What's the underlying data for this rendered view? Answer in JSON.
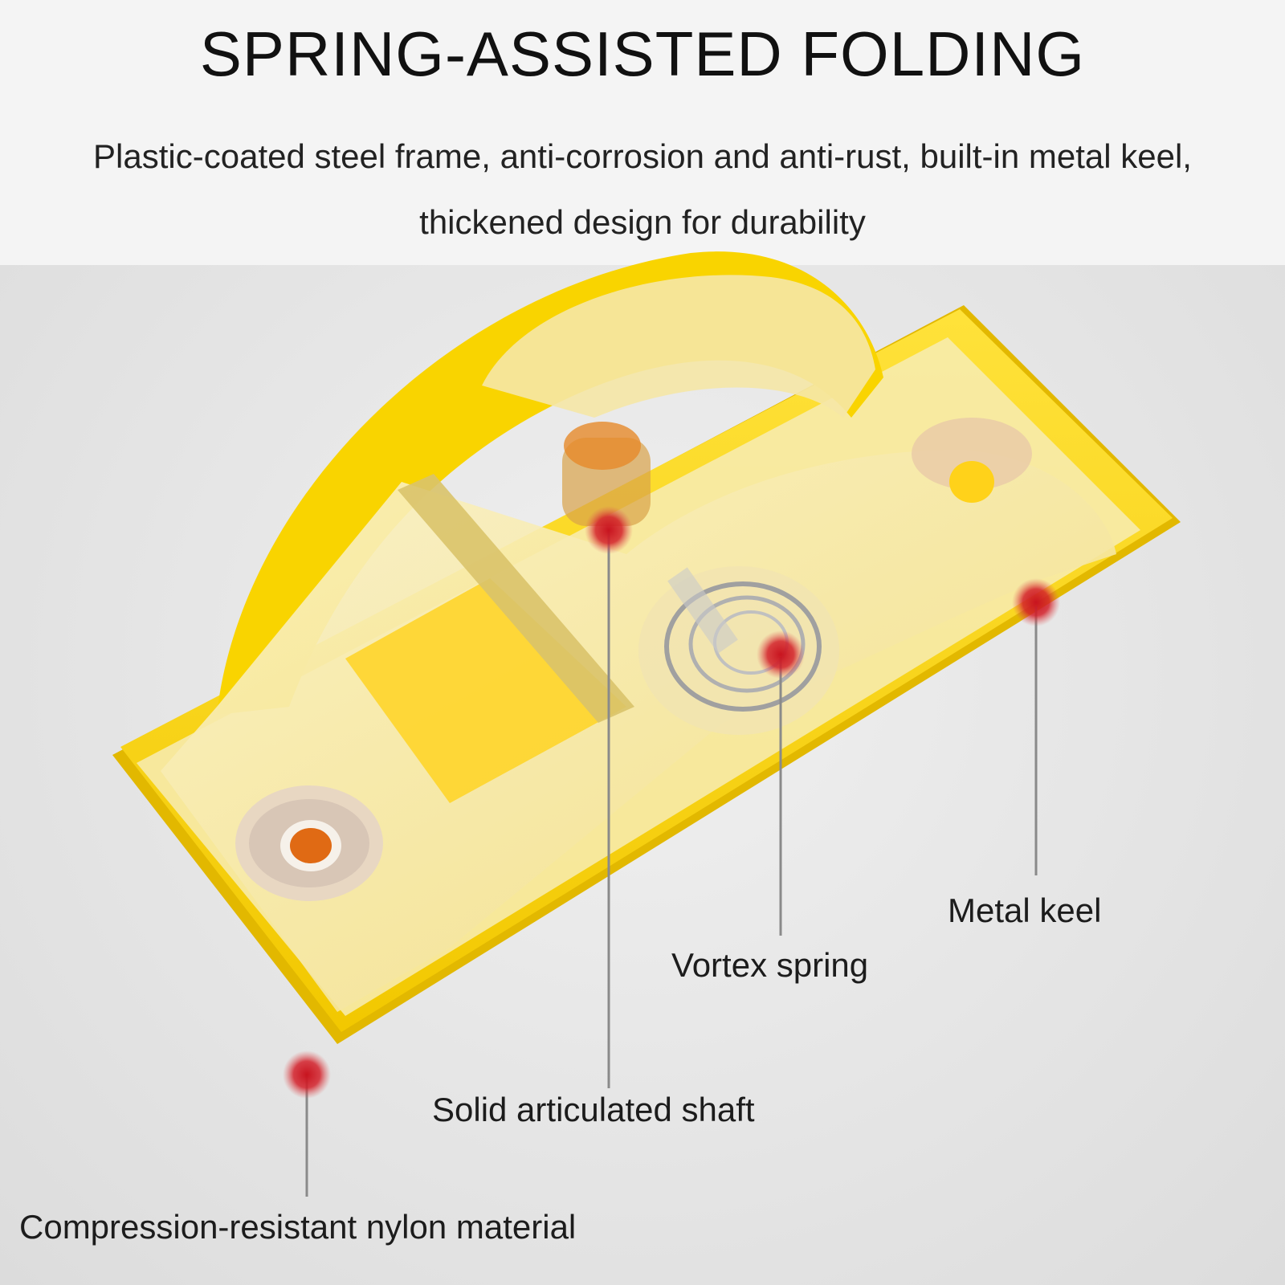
{
  "header": {
    "title": "SPRING-ASSISTED FOLDING",
    "subtitle": "Plastic-coated steel frame, anti-corrosion and anti-rust, built-in metal keel, thickened design for durability"
  },
  "callouts": {
    "metal_keel": "Metal keel",
    "vortex_spring": "Vortex spring",
    "solid_shaft": "Solid articulated shaft",
    "nylon_material": "Compression-resistant nylon material"
  },
  "colors": {
    "product_yellow": "#f7d51a",
    "translucent_shell": "#f6e9a8",
    "marker_red": "#d3202a",
    "leader_line": "#8a8a8a"
  }
}
